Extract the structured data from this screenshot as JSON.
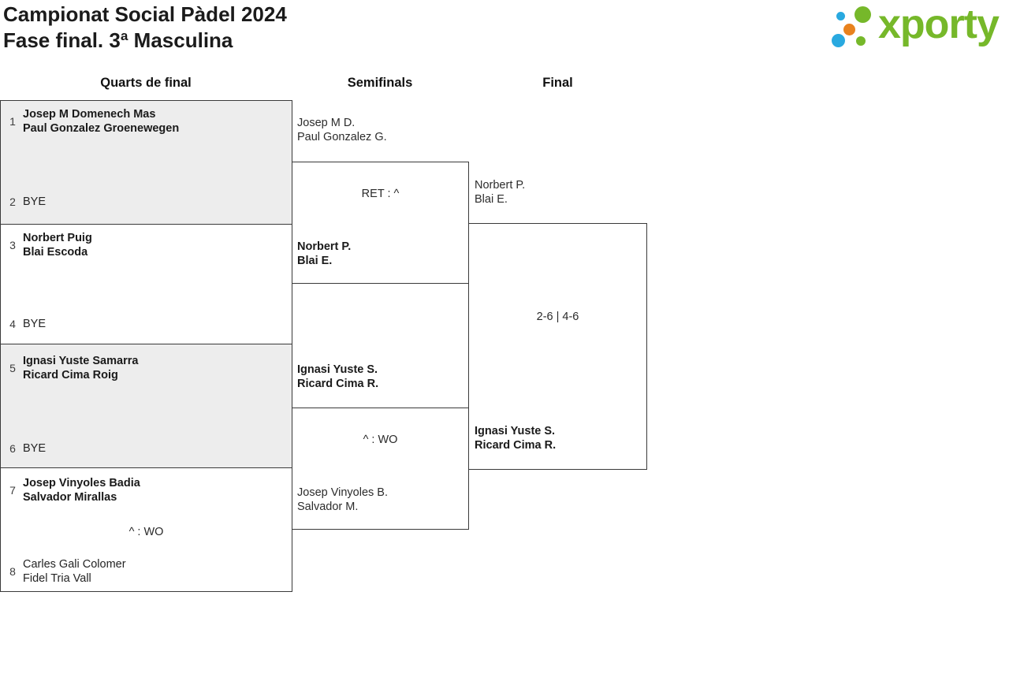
{
  "page": {
    "title_line1": "Campionat Social Pàdel 2024",
    "title_line2": "Fase final. 3ª Masculina"
  },
  "logo": {
    "wordmark": "xporty",
    "colors": {
      "green": "#76b82a",
      "blue": "#29a9e0",
      "orange": "#e8821e"
    }
  },
  "columns": {
    "quarterfinals": "Quarts de final",
    "semifinals": "Semifinals",
    "final": "Final"
  },
  "quarterfinals": [
    {
      "seed_top": "1",
      "top_line1": "Josep M Domenech Mas",
      "top_line2": "Paul Gonzalez Groenewegen",
      "score": "",
      "seed_bottom": "2",
      "bottom_line1": "BYE",
      "bottom_line2": "",
      "winner": "top"
    },
    {
      "seed_top": "3",
      "top_line1": "Norbert Puig",
      "top_line2": "Blai Escoda",
      "score": "",
      "seed_bottom": "4",
      "bottom_line1": "BYE",
      "bottom_line2": "",
      "winner": "top"
    },
    {
      "seed_top": "5",
      "top_line1": "Ignasi Yuste Samarra",
      "top_line2": "Ricard Cima Roig",
      "score": "",
      "seed_bottom": "6",
      "bottom_line1": "BYE",
      "bottom_line2": "",
      "winner": "top"
    },
    {
      "seed_top": "7",
      "top_line1": "Josep Vinyoles Badia",
      "top_line2": "Salvador Mirallas",
      "score": "^ : WO",
      "seed_bottom": "8",
      "bottom_line1": "Carles Gali Colomer",
      "bottom_line2": "Fidel Tria Vall",
      "winner": "top"
    }
  ],
  "semifinals": [
    {
      "top_line1": "Josep M D.",
      "top_line2": "Paul Gonzalez G.",
      "score": "RET : ^",
      "bottom_line1": "Norbert P.",
      "bottom_line2": "Blai E.",
      "winner": "bottom"
    },
    {
      "top_line1": "Ignasi Yuste S.",
      "top_line2": "Ricard Cima R.",
      "score": "^ : WO",
      "bottom_line1": "Josep Vinyoles B.",
      "bottom_line2": "Salvador M.",
      "winner": "top"
    }
  ],
  "final": {
    "top_line1": "Norbert P.",
    "top_line2": "Blai E.",
    "score": "2-6 | 4-6",
    "bottom_line1": "Ignasi Yuste S.",
    "bottom_line2": "Ricard Cima R.",
    "winner": "bottom"
  }
}
